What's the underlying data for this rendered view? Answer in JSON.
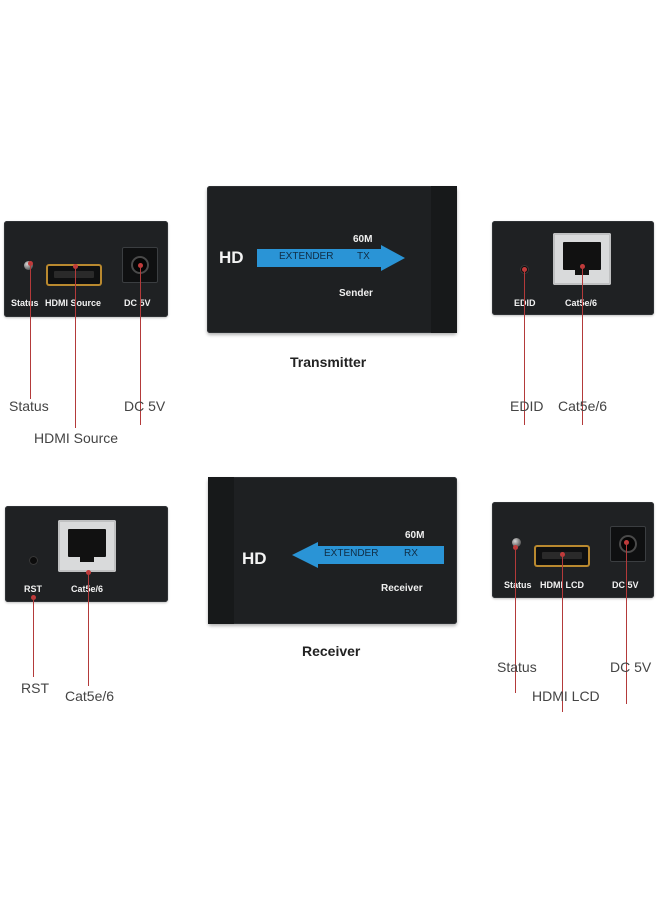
{
  "transmitter": {
    "caption": "Transmitter",
    "box": {
      "hd": "HD",
      "distance": "60M",
      "arrow_text": "EXTENDER",
      "mode": "TX",
      "role": "Sender"
    },
    "left_panel": {
      "status": "Status",
      "hdmi": "HDMI Source",
      "dc": "DC 5V"
    },
    "right_panel": {
      "edid": "EDID",
      "cat": "Cat5e/6"
    },
    "callouts": {
      "status": "Status",
      "hdmi": "HDMI Source",
      "dc": "DC 5V",
      "edid": "EDID",
      "cat": "Cat5e/6"
    }
  },
  "receiver": {
    "caption": "Receiver",
    "box": {
      "hd": "HD",
      "distance": "60M",
      "arrow_text": "EXTENDER",
      "mode": "RX",
      "role": "Receiver"
    },
    "left_panel": {
      "rst": "RST",
      "cat": "Cat5e/6"
    },
    "right_panel": {
      "status": "Status",
      "hdmi": "HDMI LCD",
      "dc": "DC 5V"
    },
    "callouts": {
      "rst": "RST",
      "cat": "Cat5e/6",
      "status": "Status",
      "hdmi": "HDMI LCD",
      "dc": "DC 5V"
    }
  },
  "colors": {
    "device": "#1f2123",
    "arrow": "#2a94d6",
    "callout_line": "#b33a3a",
    "hdmi_port": "#b9892f"
  }
}
